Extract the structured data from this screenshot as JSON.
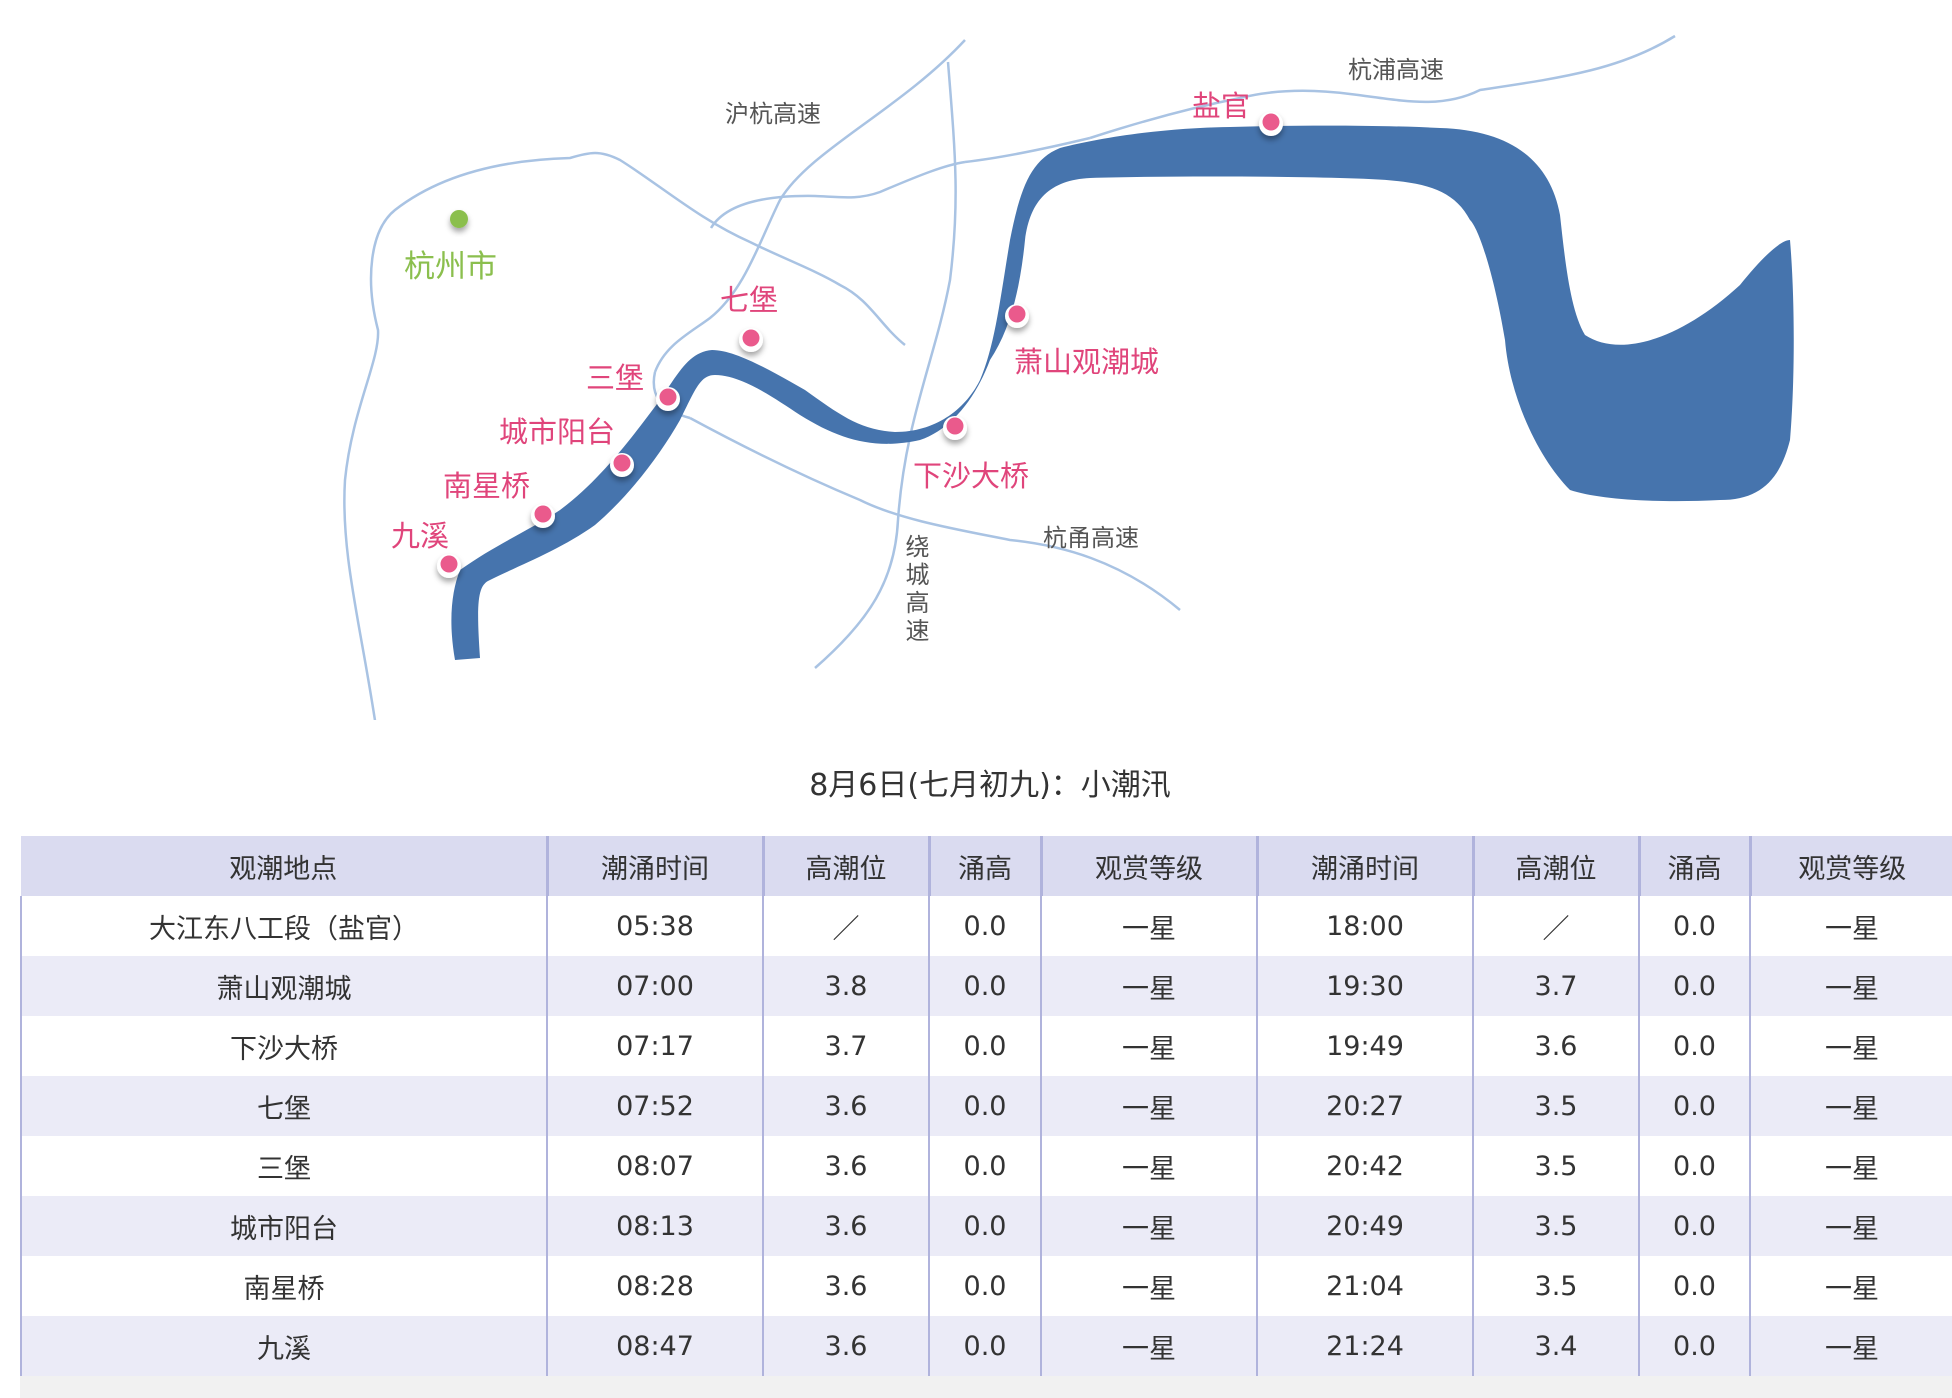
{
  "map": {
    "city": {
      "label": "杭州市",
      "color": "#8bbf4e"
    },
    "roads": [
      {
        "id": "hu-hang",
        "label": "沪杭高速"
      },
      {
        "id": "hang-pu",
        "label": "杭浦高速"
      },
      {
        "id": "hang-yong",
        "label": "杭甬高速"
      },
      {
        "id": "rao-cheng",
        "label": "绕城高速"
      }
    ],
    "sites": [
      {
        "id": "yanguan",
        "label": "盐官"
      },
      {
        "id": "xiaoshan",
        "label": "萧山观潮城"
      },
      {
        "id": "xiasha",
        "label": "下沙大桥"
      },
      {
        "id": "qibao",
        "label": "七堡"
      },
      {
        "id": "sanbao",
        "label": "三堡"
      },
      {
        "id": "chengshi",
        "label": "城市阳台"
      },
      {
        "id": "nanxing",
        "label": "南星桥"
      },
      {
        "id": "jiuxi",
        "label": "九溪"
      }
    ],
    "colors": {
      "river": "#4674ad",
      "marker": "#ea5a8c",
      "road": "#a9c3e3",
      "site_label": "#e0457b"
    }
  },
  "title": "8月6日(七月初九)：小潮汛",
  "table": {
    "headers": [
      "观潮地点",
      "潮涌时间",
      "高潮位",
      "涌高",
      "观赏等级",
      "潮涌时间",
      "高潮位",
      "涌高",
      "观赏等级"
    ],
    "rows": [
      [
        "大江东八工段（盐官）",
        "05:38",
        "／",
        "0.0",
        "一星",
        "18:00",
        "／",
        "0.0",
        "一星"
      ],
      [
        "萧山观潮城",
        "07:00",
        "3.8",
        "0.0",
        "一星",
        "19:30",
        "3.7",
        "0.0",
        "一星"
      ],
      [
        "下沙大桥",
        "07:17",
        "3.7",
        "0.0",
        "一星",
        "19:49",
        "3.6",
        "0.0",
        "一星"
      ],
      [
        "七堡",
        "07:52",
        "3.6",
        "0.0",
        "一星",
        "20:27",
        "3.5",
        "0.0",
        "一星"
      ],
      [
        "三堡",
        "08:07",
        "3.6",
        "0.0",
        "一星",
        "20:42",
        "3.5",
        "0.0",
        "一星"
      ],
      [
        "城市阳台",
        "08:13",
        "3.6",
        "0.0",
        "一星",
        "20:49",
        "3.5",
        "0.0",
        "一星"
      ],
      [
        "南星桥",
        "08:28",
        "3.6",
        "0.0",
        "一星",
        "21:04",
        "3.5",
        "0.0",
        "一星"
      ],
      [
        "九溪",
        "08:47",
        "3.6",
        "0.0",
        "一星",
        "21:24",
        "3.4",
        "0.0",
        "一星"
      ]
    ],
    "colors": {
      "header_bg": "#dadbf0",
      "alt_row_bg": "#ebebf7",
      "border": "#b0b3dc"
    }
  }
}
